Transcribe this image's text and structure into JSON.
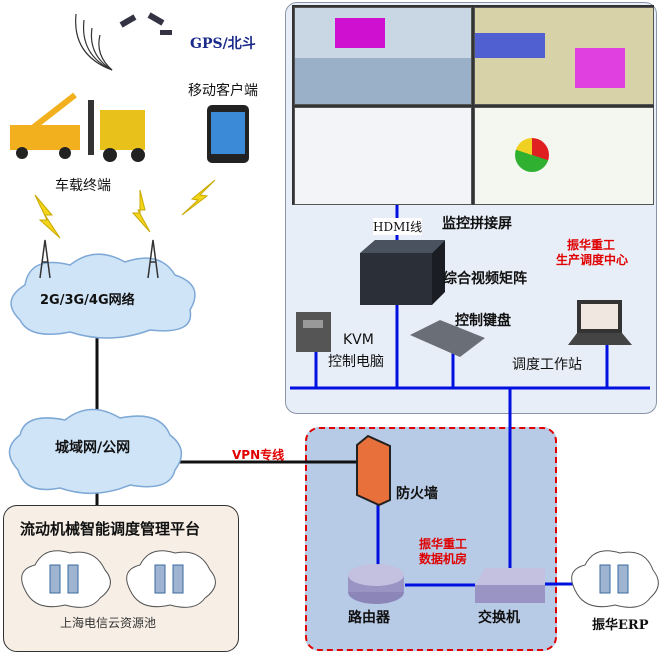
{
  "labels": {
    "gps": "GPS/北斗",
    "mobile_client": "移动客户端",
    "vehicle_terminal": "车载终端",
    "mobile_network": "2G/3G/4G网络",
    "metro_network": "城域网/公网",
    "platform": "流动机械智能调度管理平台",
    "cloud_pool": "上海电信云资源池",
    "vpn": "VPN专线",
    "firewall": "防火墙",
    "datacenter_line1": "振华重工",
    "datacenter_line2": "数据机房",
    "router": "路由器",
    "switch": "交换机",
    "erp": "振华ERP",
    "hdmi": "HDMI线",
    "video_wall": "监控拼接屏",
    "matrix": "综合视频矩阵",
    "keyboard": "控制键盘",
    "kvm": "KVM",
    "control_pc": "控制电脑",
    "workstation": "调度工作站",
    "center_line1": "振华重工",
    "center_line2": "生产调度中心"
  },
  "colors": {
    "link": "#0010e0",
    "accent": "#e00000",
    "panel": "#e8eef7",
    "datacenter": "#b7cae6"
  }
}
